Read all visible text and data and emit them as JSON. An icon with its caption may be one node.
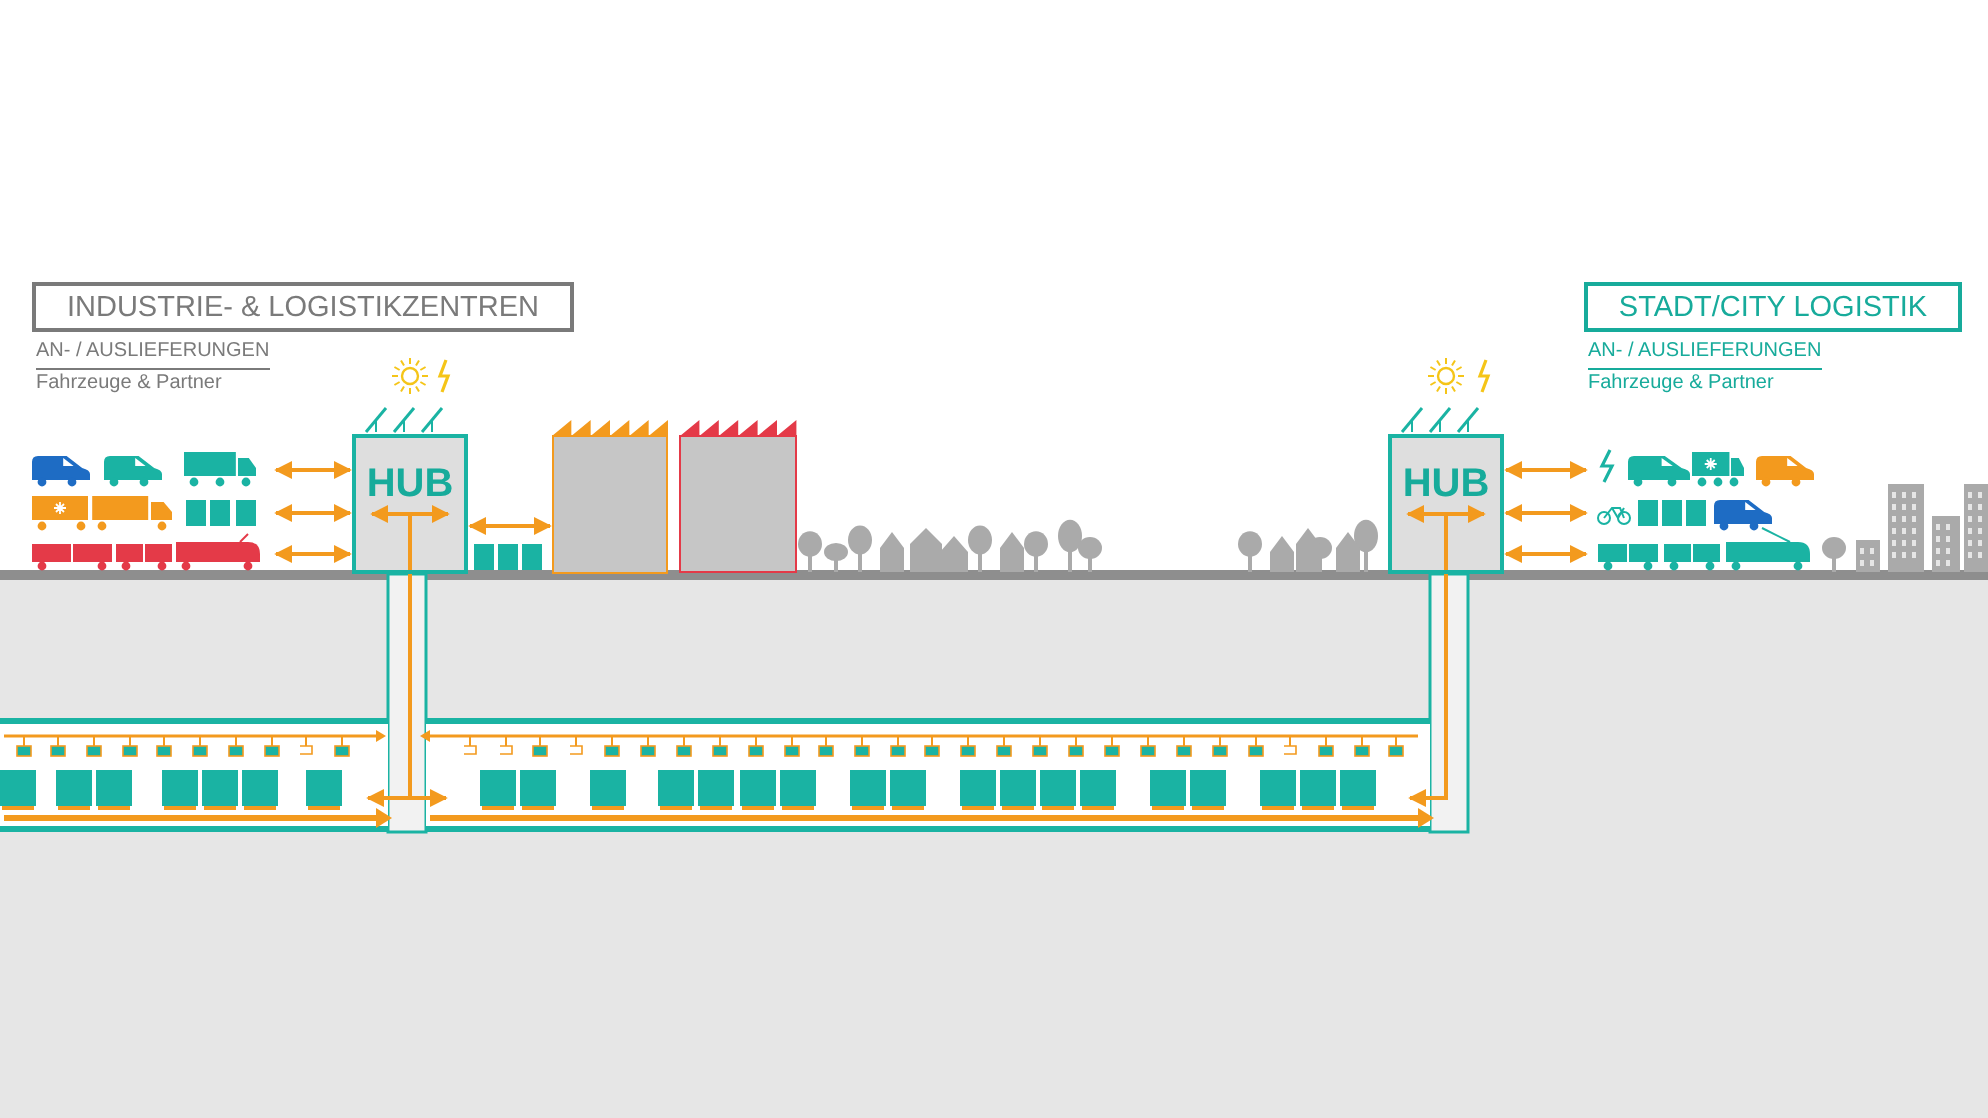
{
  "diagram": {
    "nodes": [
      {
        "text": [
          "INDUSTRIE- & LOGISTIKZENTREN"
        ],
        "beside": [
          "AN- / AUSLIEFERUNGEN",
          "Fahrzeuge & Partner"
        ]
      },
      {
        "text": [
          "STADT/CITY LOGISTIK"
        ],
        "beside": [
          "AN- / AUSLIEFERUNGEN",
          "Fahrzeuge & Partner"
        ]
      },
      {
        "text": [],
        "shape": "picture"
      },
      {
        "text": [
          "HUB"
        ]
      },
      {
        "text": [],
        "shape": "picture"
      },
      {
        "text": [],
        "shape": "picture"
      },
      {
        "text": [],
        "shape": "box"
      },
      {
        "text": [
          "HUB"
        ]
      },
      {
        "text": [],
        "shape": "picture"
      },
      {
        "text": [],
        "shape": "picture"
      },
      {
        "text": [],
        "shape": "picture"
      },
      {
        "text": [],
        "shape": "tunnel"
      },
      {
        "text": [],
        "shape": "tunnel"
      }
    ],
    "edges": [
      {
        "from": 2,
        "to": 3,
        "arrow": "both"
      },
      {
        "from": 4,
        "to": 3,
        "arrow": "both"
      },
      {
        "from": 5,
        "to": 3,
        "arrow": "both"
      },
      {
        "from": 3,
        "to": 6,
        "arrow": "both"
      },
      {
        "from": 7,
        "to": 8,
        "arrow": "both"
      },
      {
        "from": 7,
        "to": 9,
        "arrow": "both"
      },
      {
        "from": 7,
        "to": 10,
        "arrow": "both"
      },
      {
        "from": 3,
        "to": 11,
        "arrow": "to"
      },
      {
        "from": 3,
        "to": 12,
        "arrow": "to"
      },
      {
        "from": 7,
        "to": 12,
        "arrow": "to"
      }
    ]
  }
}
